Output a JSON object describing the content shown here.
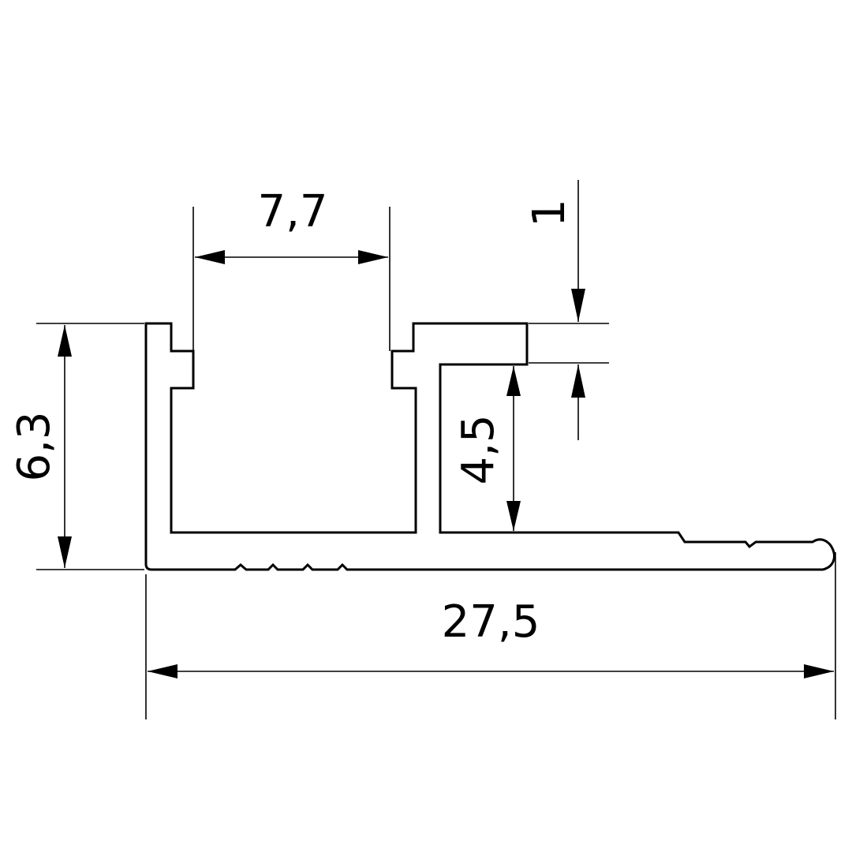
{
  "diagram": {
    "dimensions": {
      "channel_width": "7,7",
      "lip_thickness": "1",
      "inner_height": "4,5",
      "total_height": "6,3",
      "total_width": "27,5"
    }
  }
}
